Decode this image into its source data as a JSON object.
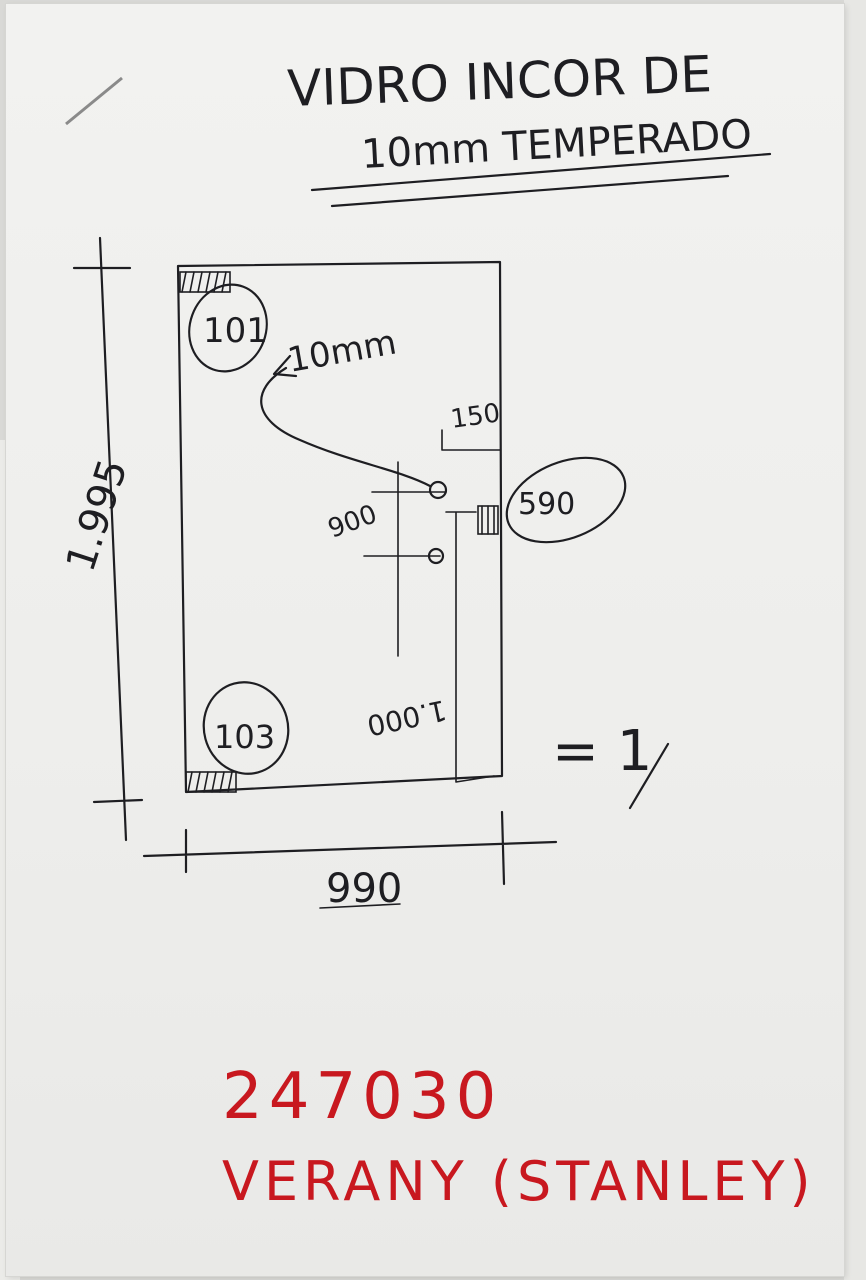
{
  "header": {
    "line1": "VIDRO INCOR DE",
    "line2": "10mm TEMPERADO"
  },
  "drawing": {
    "height_dimension": "1.995",
    "width_dimension": "990",
    "hole_spec": "10mm",
    "hinge_top_label": "101",
    "hinge_bottom_label": "103",
    "lock_label": "590",
    "offset_right": "150",
    "hole_height": "900",
    "lock_height": "1.000",
    "arrow_mark": "= 1"
  },
  "annotations": {
    "order_number": "247030",
    "client_name": "VERANY (STANLEY)"
  },
  "colors": {
    "pencil": "#1e1e22",
    "marker_red": "#c8181f",
    "paper": "#eeeeec"
  }
}
